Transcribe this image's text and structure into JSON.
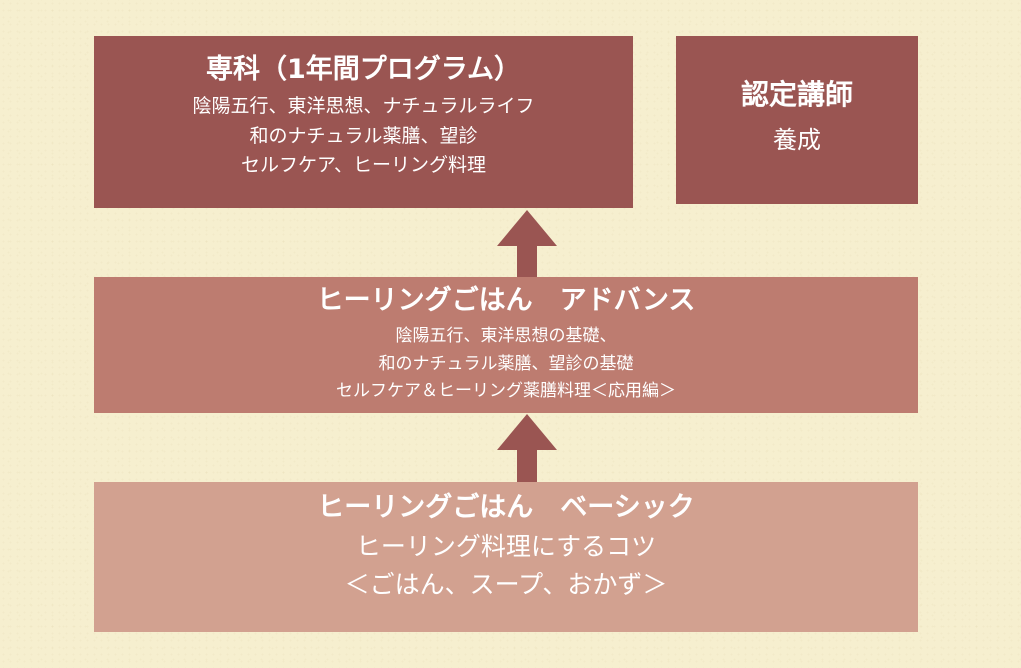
{
  "colors": {
    "background": "#f6efcf",
    "dark_box": "#9a5552",
    "mid_box": "#bd7c70",
    "light_box": "#d2a190",
    "arrow": "#9a5552"
  },
  "senka": {
    "title": "専科（1年間プログラム）",
    "lines": [
      "陰陽五行、東洋思想、ナチュラルライフ",
      "和のナチュラル薬膳、望診",
      "セルフケア、ヒーリング料理"
    ]
  },
  "nintei": {
    "title": "認定講師",
    "subtitle": "養成"
  },
  "advance": {
    "title": "ヒーリングごはん　アドバンス",
    "lines": [
      "陰陽五行、東洋思想の基礎、",
      "和のナチュラル薬膳、望診の基礎",
      "セルフケア＆ヒーリング薬膳料理＜応用編＞"
    ]
  },
  "basic": {
    "title": "ヒーリングごはん　ベーシック",
    "lines": [
      "ヒーリング料理にするコツ",
      "＜ごはん、スープ、おかず＞"
    ]
  },
  "arrows": [
    {
      "from": "advance",
      "to": "senka"
    },
    {
      "from": "basic",
      "to": "advance"
    }
  ]
}
